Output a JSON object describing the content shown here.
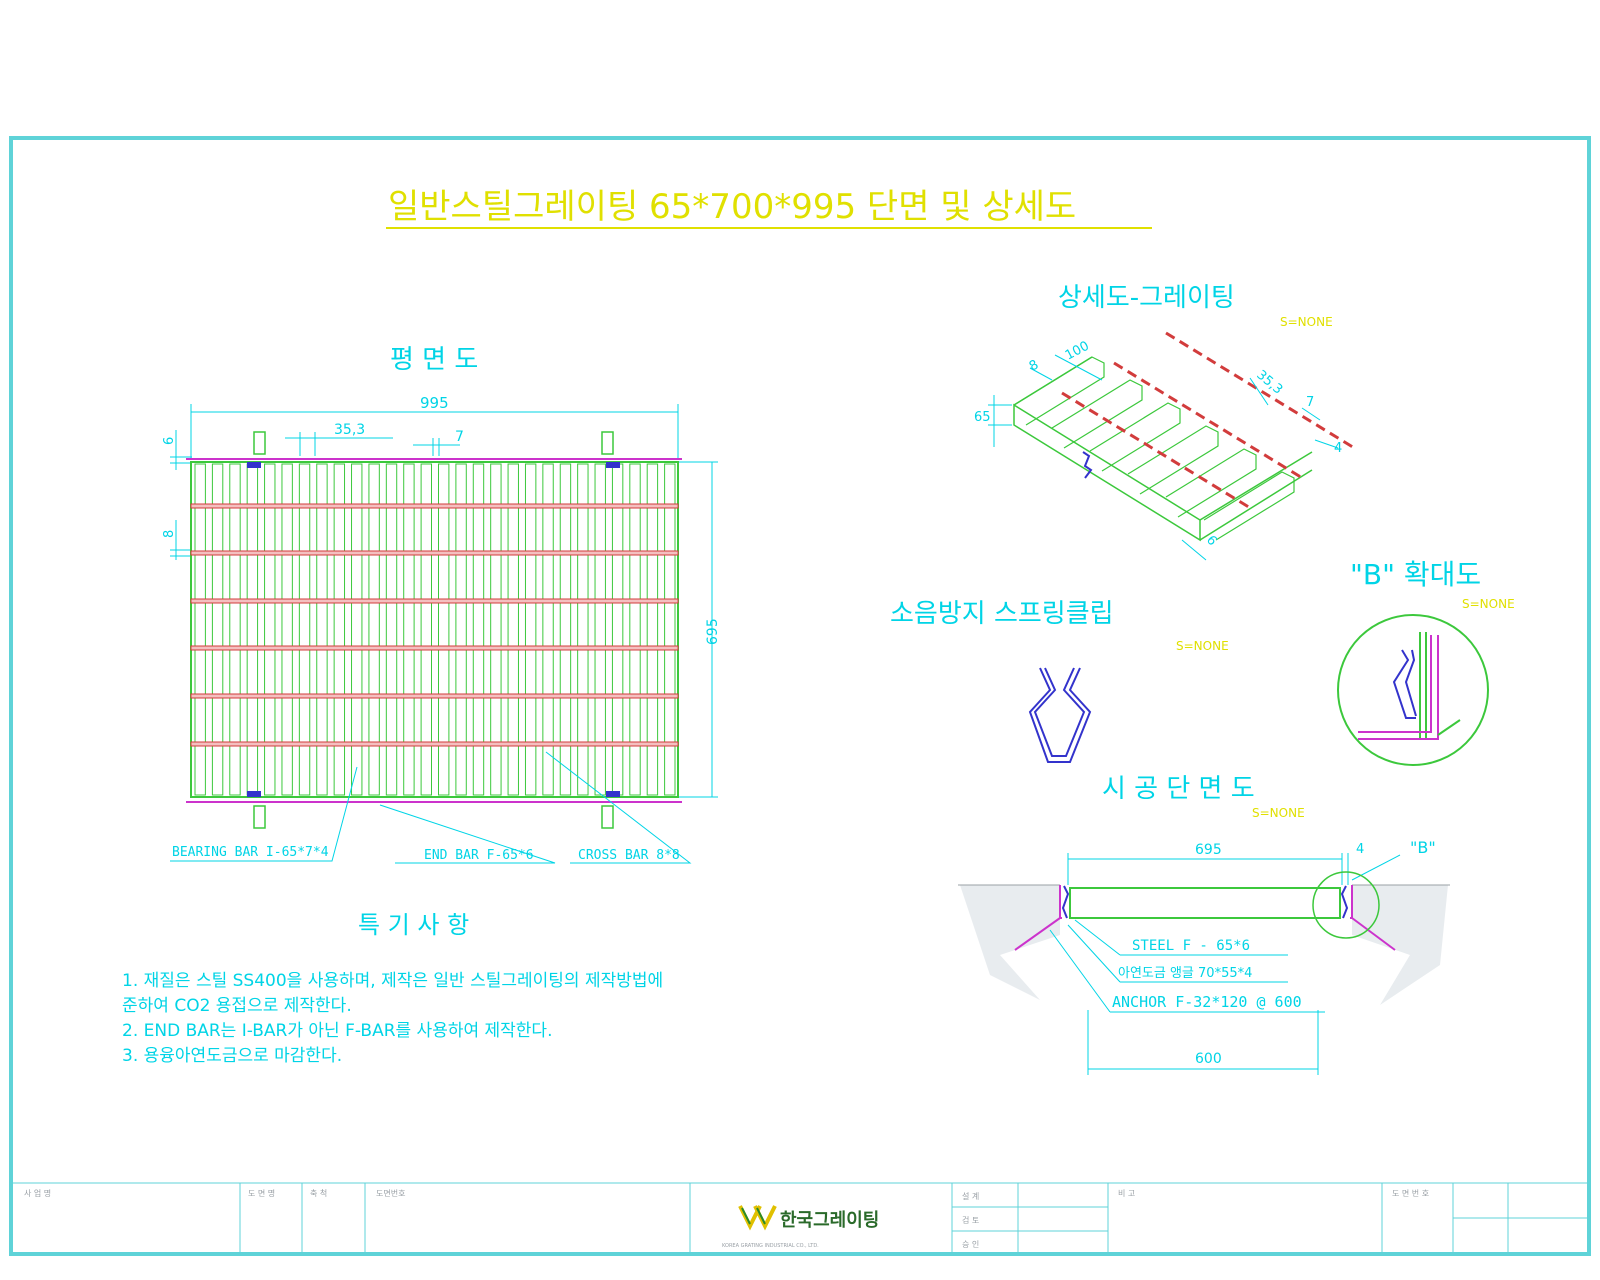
{
  "title": "일반스틸그레이팅 65*700*995 단면 및 상세도",
  "plan": {
    "heading": "평 면 도",
    "dim_width": "995",
    "dim_height": "695",
    "dim_top_gap": "6",
    "dim_pitch": "35,3",
    "dim_bar_thk": "7",
    "dim_cross": "8",
    "label_bearing": "BEARING BAR I-65*7*4",
    "label_end": "END BAR F-65*6",
    "label_cross": "CROSS BAR 8*8"
  },
  "notes": {
    "heading": "특 기 사 항",
    "lines": [
      "1.  재질은 스틸 SS400을 사용하며, 제작은 일반 스틸그레이팅의 제작방법에",
      "준하여 CO2 용접으로 제작한다.",
      "2. END BAR는 I-BAR가 아닌 F-BAR를 사용하여 제작한다.",
      "3. 용융아연도금으로 마감한다."
    ]
  },
  "detail": {
    "heading": "상세도-그레이팅",
    "scale": "S=NONE",
    "dim_8": "8",
    "dim_100": "100",
    "dim_65": "65",
    "dim_353": "35,3",
    "dim_7": "7",
    "dim_4": "4",
    "dim_6": "6"
  },
  "clip": {
    "heading": "소음방지 스프링클립",
    "scale": "S=NONE"
  },
  "enlarge": {
    "heading": "\"B\"  확대도",
    "scale": "S=NONE"
  },
  "section": {
    "heading": "시 공 단 면 도",
    "scale": "S=NONE",
    "dim_695": "695",
    "dim_4": "4",
    "label_b": "\"B\"",
    "label_steel": "STEEL   F - 65*6",
    "label_angle": "아연도금 앵글 70*55*4",
    "label_anchor": "ANCHOR F-32*120 @ 600",
    "dim_600": "600"
  },
  "titleblock": {
    "f1": "사 업 명",
    "f2": "도 면 명",
    "f3": "축 척",
    "f4": "도면번호",
    "f5": "설 계",
    "f6": "검 토",
    "f7": "승 인",
    "f8": "비 고",
    "f9": "도 면 번 호",
    "company": "한국그레이팅",
    "company_sub": "KOREA GRATING INDUSTRIAL CO., LTD."
  },
  "colors": {
    "frame": "#5fd3d8",
    "cyan": "#00d4e6",
    "green": "#3cc83c",
    "red": "#d23c3c",
    "yellow": "#e0e000",
    "magenta": "#cc33cc",
    "blue": "#3333cc"
  }
}
